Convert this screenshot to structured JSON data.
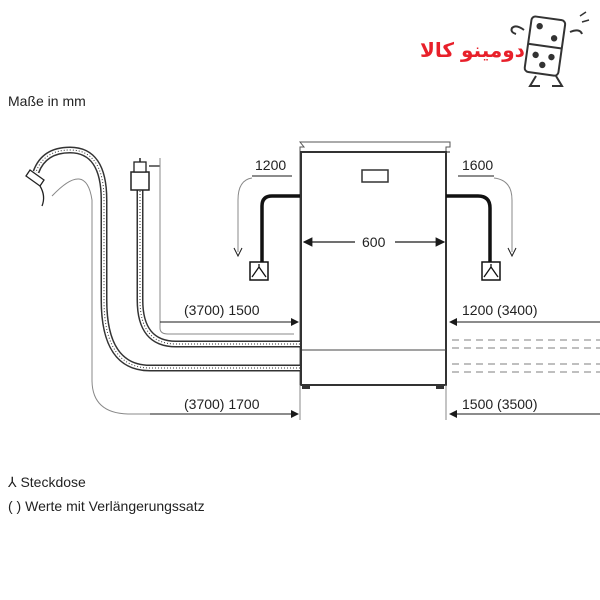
{
  "logo": {
    "text": "دومینو کالا",
    "accent_color": "#e8202a"
  },
  "title": "Maße in mm",
  "dimensions": {
    "left_drain_height": "1200",
    "right_drain_height": "1600",
    "width": "600",
    "left_upper_hose": "(3700) 1500",
    "right_upper_hose": "1200 (3400)",
    "left_lower_hose": "(3700) 1700",
    "right_lower_hose": "1500 (3500)"
  },
  "legend": {
    "socket_symbol": "⅄",
    "socket_label": "Steckdose",
    "extension_symbol": "( )",
    "extension_label": "Werte mit Verlängerungssatz"
  },
  "colors": {
    "line": "#1a1a1a",
    "grey_line": "#9a9a9a",
    "background": "#ffffff"
  }
}
